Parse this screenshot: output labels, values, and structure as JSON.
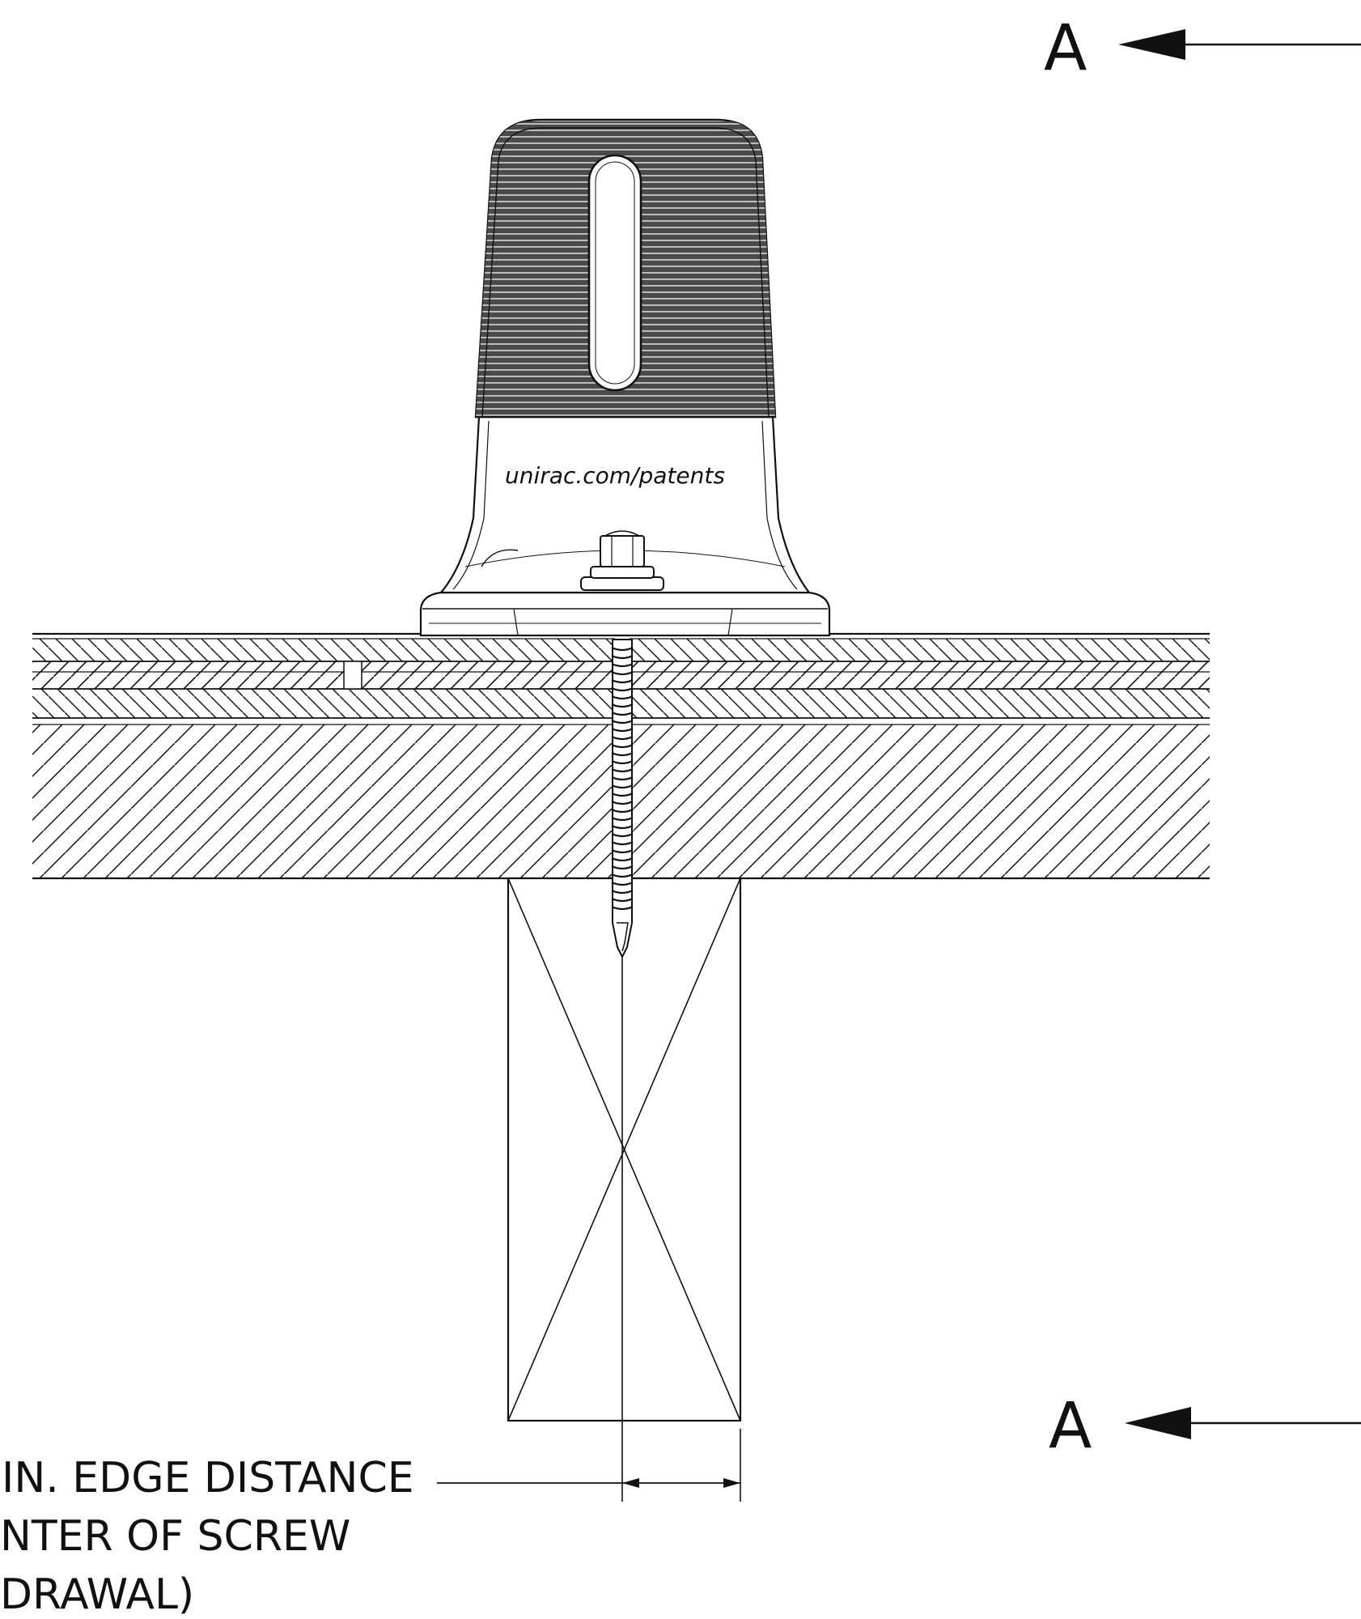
{
  "section_marker": {
    "top_label": "A",
    "bottom_label": "A"
  },
  "bracket": {
    "brand_text": "unirac.com/patents"
  },
  "callout": {
    "line1": "IN. EDGE DISTANCE",
    "line2": "NTER OF SCREW",
    "line3": "DRAWAL)"
  },
  "colors": {
    "ink": "#111111",
    "bracket_dark": "#3a3a3a",
    "paper": "#ffffff"
  }
}
